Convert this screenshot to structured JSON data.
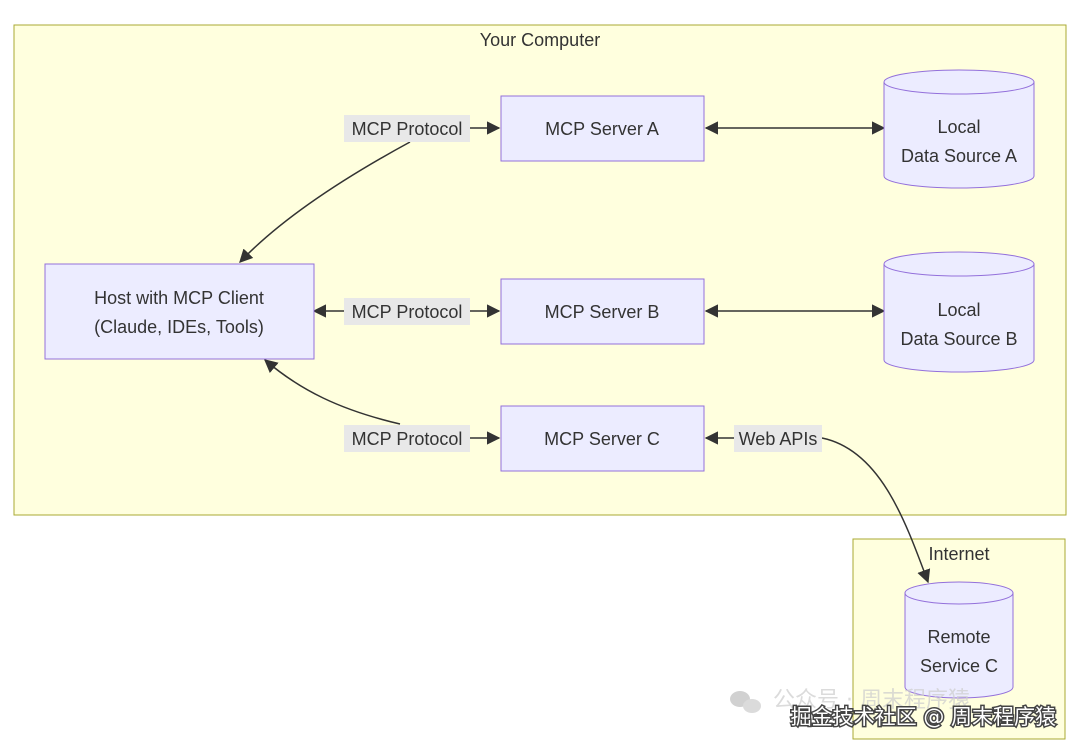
{
  "clusters": {
    "computer": "Your Computer",
    "internet": "Internet"
  },
  "nodes": {
    "host": [
      "Host with MCP Client",
      "(Claude, IDEs, Tools)"
    ],
    "server_a": "MCP Server A",
    "server_b": "MCP Server B",
    "server_c": "MCP Server C",
    "data_a": [
      "Local",
      "Data Source A"
    ],
    "data_b": [
      "Local",
      "Data Source B"
    ],
    "remote_c": [
      "Remote",
      "Service C"
    ]
  },
  "edges": {
    "protocol_a": "MCP Protocol",
    "protocol_b": "MCP Protocol",
    "protocol_c": "MCP Protocol",
    "web_apis": "Web APIs"
  },
  "watermark": {
    "faded": "公众号 · 周末程序猿",
    "main": "掘金技术社区 @ 周末程序猿"
  },
  "colors": {
    "cluster_fill": "#ffffde",
    "cluster_stroke": "#aaaa33",
    "node_fill": "#ececff",
    "node_stroke": "#9370db",
    "edge": "#333333",
    "label_bg": "#e8e8e8"
  }
}
